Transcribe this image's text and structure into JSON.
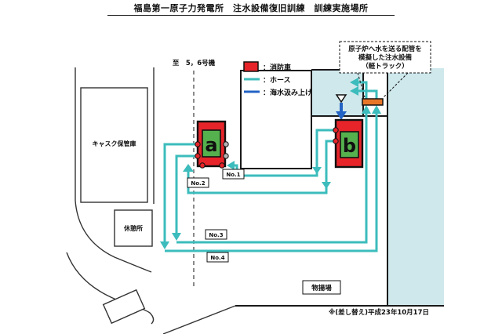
{
  "title": "福島第一原子力発電所　注水設備復旧訓練　訓練実施場所",
  "legend": {
    "fire_truck": "：消防車",
    "hose": "：ホース",
    "seawater_pump": "：海水汲み上げ"
  },
  "map": {
    "to_units_label": "至　5，6号機",
    "cask_storage": "キャスク保管庫",
    "rest_area": "休憩所",
    "wharf": "物揚場",
    "truck_a": "a",
    "truck_b": "b",
    "hose_no1": "No.1",
    "hose_no2": "No.2",
    "hose_no3": "No.3",
    "hose_no4": "No.4"
  },
  "annotation": {
    "line1": "原子炉へ水を送る配管を",
    "line2": "模擬した注水設備",
    "line3": "（軽トラック）"
  },
  "footnote": "※(差し替え)平成23年10月17日",
  "colors": {
    "hose": "#3cbcbc",
    "seawater_pump": "#2363c4",
    "fire_truck": "#e62429",
    "truck_panel": "#55b14d",
    "sea": "#cfe8ec",
    "injection_equipment": "#e87629"
  }
}
